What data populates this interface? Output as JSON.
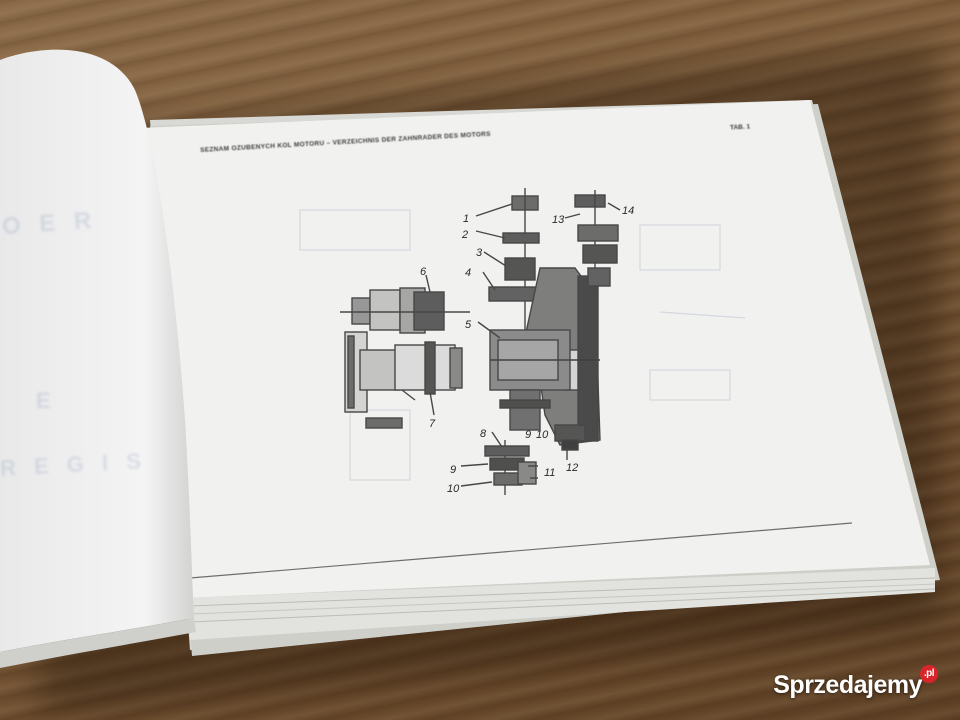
{
  "page": {
    "header": "SEZNAM OZUBENYCH KOL MOTORU – VERZEICHNIS DER ZAHNRADER DES MOTORS",
    "tab_label": "TAB. 1"
  },
  "diagram": {
    "part_numbers": [
      "1",
      "2",
      "3",
      "4",
      "5",
      "6",
      "7",
      "8",
      "9",
      "10",
      "11",
      "12",
      "13",
      "14"
    ],
    "extra_labels": [
      "9",
      "10",
      "11"
    ]
  },
  "left_page_ghost": {
    "line1": "O E R",
    "line2": "E",
    "line3": "R E G I S"
  },
  "watermark": {
    "text": "Sprzedajemy",
    "badge": ".pl"
  },
  "colors": {
    "wood": "#7b5a38",
    "paper": "#f2f2f0",
    "ink": "#2a2a2a",
    "watermark_badge": "#d9252a"
  }
}
